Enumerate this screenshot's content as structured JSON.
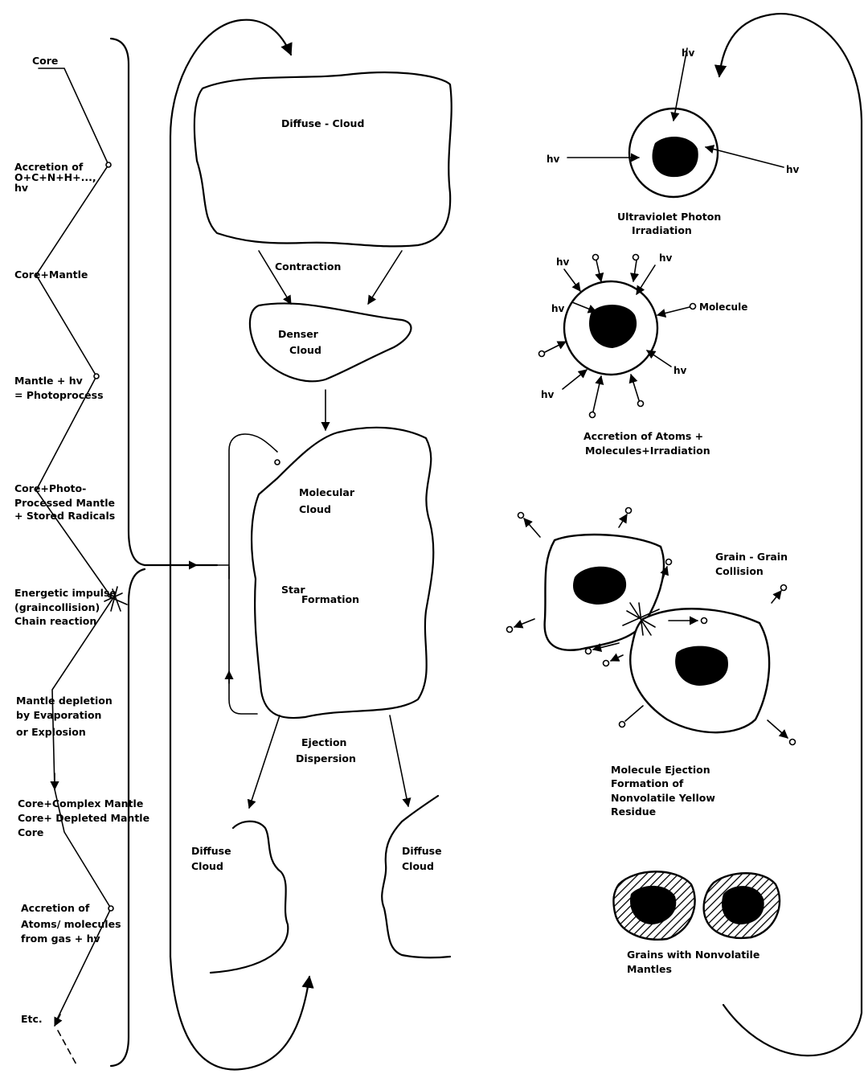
{
  "evolution_column": {
    "core": "Core",
    "accretion_1": "Accretion of",
    "accretion_2": "O+C+N+H+...,",
    "accretion_3": "hv",
    "core_mantle": "Core+Mantle",
    "mantle_hv_1": "Mantle + hv",
    "mantle_hv_2": "= Photoprocess",
    "photo_1": "Core+Photo-",
    "photo_2": "Processed Mantle",
    "photo_3": "+ Stored Radicals",
    "impulse_1": "Energetic impulse",
    "impulse_2": "(graincollision)",
    "impulse_3": "Chain reaction",
    "depletion_1": "Mantle depletion",
    "depletion_2": "by Evaporation",
    "depletion_3": "or Explosion",
    "complex_1": "Core+Complex Mantle",
    "complex_2": "Core+ Depleted Mantle",
    "complex_3": "Core",
    "accretion2_1": "Accretion of",
    "accretion2_2": "Atoms/ molecules",
    "accretion2_3": "from gas + hv",
    "etc": "Etc."
  },
  "cloud_cycle": {
    "diffuse_cloud": "Diffuse - Cloud",
    "contraction": "Contraction",
    "denser_1": "Denser",
    "denser_2": "Cloud",
    "molecular_1": "Molecular",
    "molecular_2": "Cloud",
    "star": "Star",
    "formation": "Formation",
    "ejection": "Ejection",
    "dispersion": "Dispersion",
    "diffuse_left_1": "Diffuse",
    "diffuse_left_2": "Cloud",
    "diffuse_right_1": "Diffuse",
    "diffuse_right_2": "Cloud"
  },
  "grain_panel": {
    "hv": "hv",
    "uv_1": "Ultraviolet Photon",
    "uv_2": "Irradiation",
    "molecule": "Molecule",
    "acc_1": "Accretion of Atoms +",
    "acc_2": "Molecules+Irradiation",
    "collision_1": "Grain - Grain",
    "collision_2": "Collision",
    "ejection_1": "Molecule  Ejection",
    "ejection_2": "Formation of",
    "ejection_3": "Nonvolatile  Yellow",
    "ejection_4": "Residue",
    "grains_1": "Grains with  Nonvolatile",
    "grains_2": "Mantles"
  },
  "colors": {
    "ink": "#000000",
    "paper": "#ffffff"
  }
}
